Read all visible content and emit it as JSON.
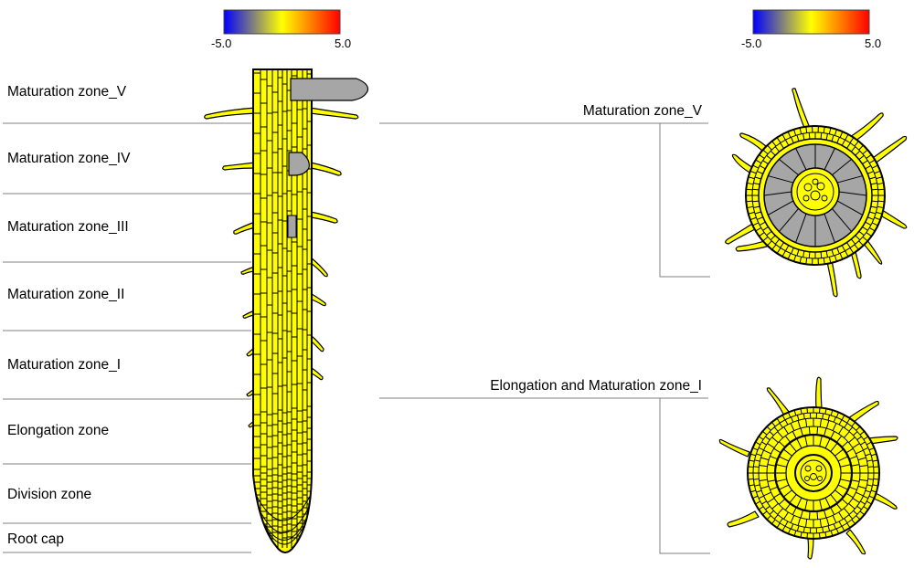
{
  "colorbar": {
    "min_label": "-5.0",
    "max_label": "5.0",
    "colors": [
      "#0000ff",
      "#ffff00",
      "#ff0000"
    ]
  },
  "colors": {
    "tissue": "#ffff00",
    "outline": "#000000",
    "grey": "#a6a6a6",
    "line": "#808080"
  },
  "zones": [
    {
      "label": "Maturation zone_V"
    },
    {
      "label": "Maturation zone_IV"
    },
    {
      "label": "Maturation zone_III"
    },
    {
      "label": "Maturation zone_II"
    },
    {
      "label": "Maturation zone_I"
    },
    {
      "label": "Elongation zone"
    },
    {
      "label": "Division zone"
    },
    {
      "label": "Root cap"
    }
  ],
  "cross_sections": [
    {
      "label": "Maturation zone_V"
    },
    {
      "label": "Elongation and Maturation zone_I"
    }
  ]
}
